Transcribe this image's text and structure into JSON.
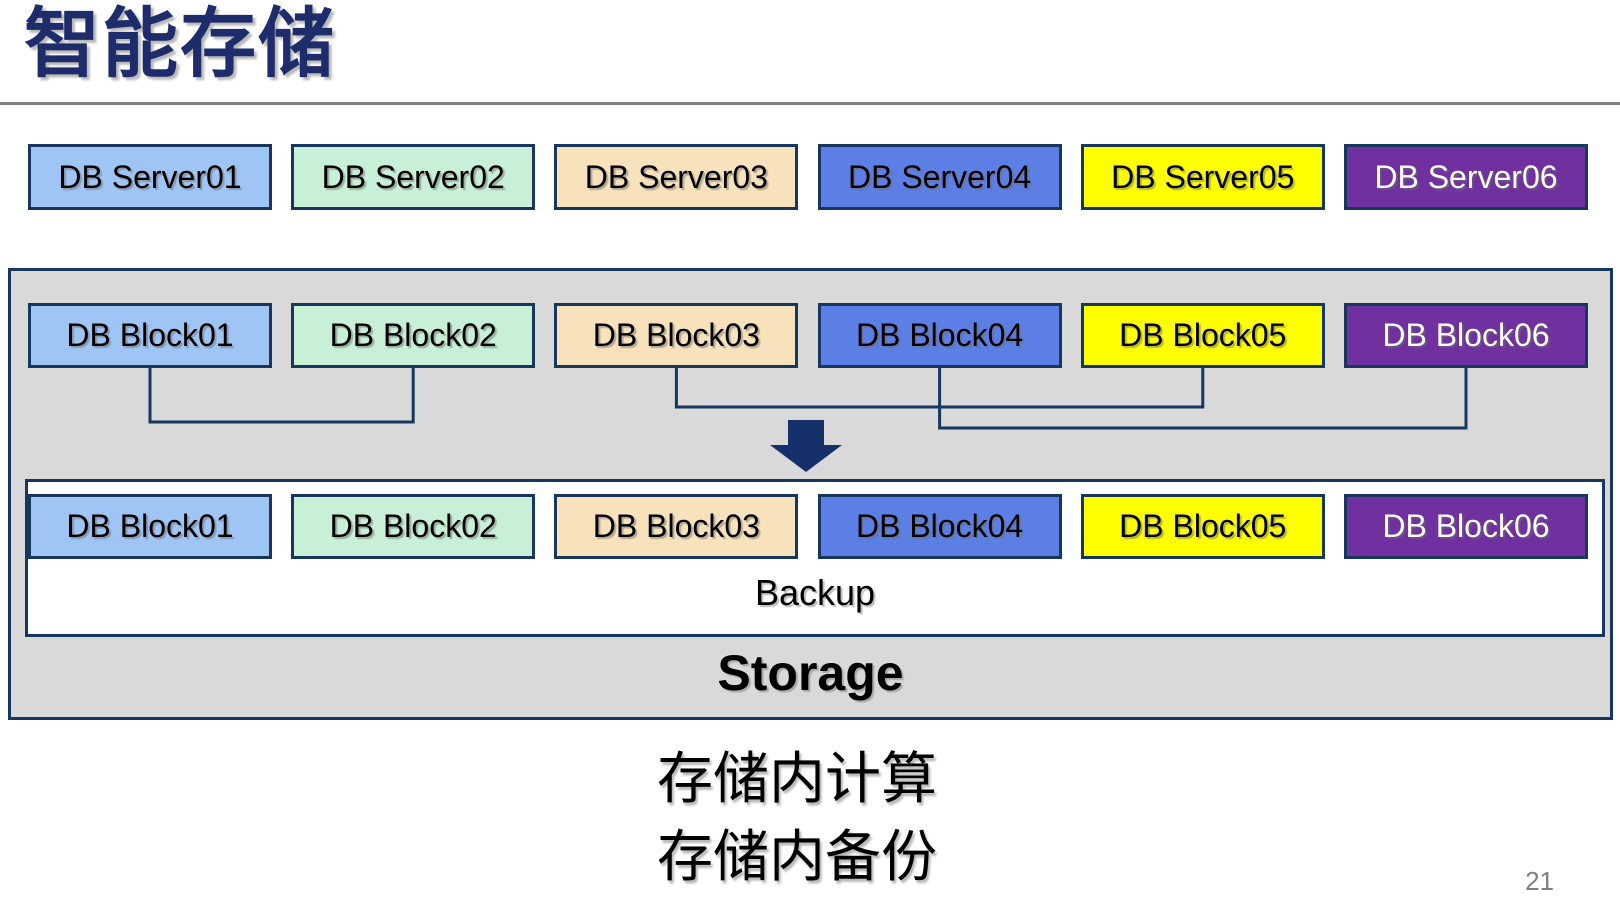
{
  "slide": {
    "title": "智能存储",
    "captions": [
      "存储内计算",
      "存储内备份"
    ],
    "page_number": "21"
  },
  "palette": [
    {
      "name": "light-blue",
      "fill": "#9FC5F5",
      "text": "#000000"
    },
    {
      "name": "light-green",
      "fill": "#C8F0D6",
      "text": "#000000"
    },
    {
      "name": "wheat",
      "fill": "#F7E2BB",
      "text": "#000000"
    },
    {
      "name": "royal-blue",
      "fill": "#5C7FE6",
      "text": "#000000"
    },
    {
      "name": "yellow",
      "fill": "#FFFF00",
      "text": "#000000"
    },
    {
      "name": "purple",
      "fill": "#7030A0",
      "text": "#FFFFFF"
    }
  ],
  "servers": [
    "DB Server01",
    "DB Server02",
    "DB Server03",
    "DB Server04",
    "DB Server05",
    "DB Server06"
  ],
  "storage_box": {
    "label": "Storage",
    "source_blocks": [
      "DB Block01",
      "DB Block02",
      "DB Block03",
      "DB Block04",
      "DB Block05",
      "DB Block06"
    ],
    "backup": {
      "label": "Backup",
      "blocks": [
        "DB Block01",
        "DB Block02",
        "DB Block03",
        "DB Block04",
        "DB Block05",
        "DB Block06"
      ]
    },
    "connections": [
      {
        "from": 1,
        "to": 2
      },
      {
        "from": 3,
        "to": 5
      },
      {
        "from": 4,
        "to": 6
      }
    ]
  },
  "colors": {
    "box_border": "#17375E",
    "title": "#1F2C6B",
    "storage_fill": "#D9D9D9",
    "arrow": "#16306A",
    "divider_rule": "#7F7F7F",
    "page_number": "#808080"
  }
}
